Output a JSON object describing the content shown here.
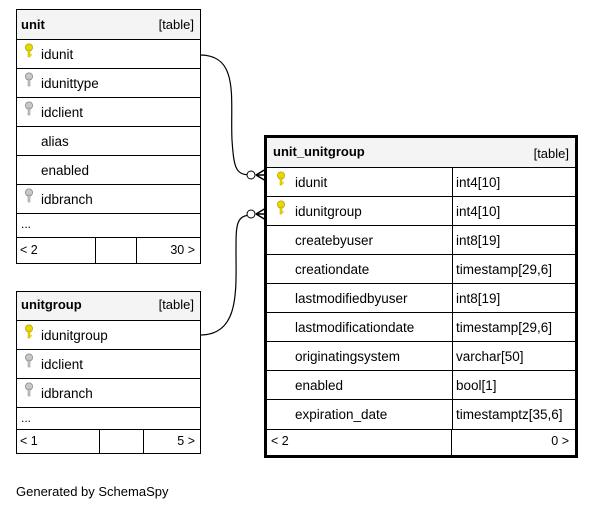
{
  "tables": {
    "unit": {
      "name": "unit",
      "kind": "[table]",
      "columns": [
        {
          "name": "idunit",
          "key": "primary-key-icon"
        },
        {
          "name": "idunittype",
          "key": "foreign-key-icon"
        },
        {
          "name": "idclient",
          "key": "foreign-key-icon"
        },
        {
          "name": "alias",
          "key": ""
        },
        {
          "name": "enabled",
          "key": ""
        },
        {
          "name": "idbranch",
          "key": "foreign-key-icon"
        }
      ],
      "more": "...",
      "footer_left": "< 2",
      "footer_right": "30 >"
    },
    "unitgroup": {
      "name": "unitgroup",
      "kind": "[table]",
      "columns": [
        {
          "name": "idunitgroup",
          "key": "primary-key-icon"
        },
        {
          "name": "idclient",
          "key": "foreign-key-icon"
        },
        {
          "name": "idbranch",
          "key": "foreign-key-icon"
        }
      ],
      "more": "...",
      "footer_left": "< 1",
      "footer_right": "5 >"
    },
    "unit_unitgroup": {
      "name": "unit_unitgroup",
      "kind": "[table]",
      "columns": [
        {
          "name": "idunit",
          "type": "int4[10]",
          "key": "primary-key-icon"
        },
        {
          "name": "idunitgroup",
          "type": "int4[10]",
          "key": "primary-key-icon"
        },
        {
          "name": "createbyuser",
          "type": "int8[19]",
          "key": ""
        },
        {
          "name": "creationdate",
          "type": "timestamp[29,6]",
          "key": ""
        },
        {
          "name": "lastmodifiedbyuser",
          "type": "int8[19]",
          "key": ""
        },
        {
          "name": "lastmodificationdate",
          "type": "timestamp[29,6]",
          "key": ""
        },
        {
          "name": "originatingsystem",
          "type": "varchar[50]",
          "key": ""
        },
        {
          "name": "enabled",
          "type": "bool[1]",
          "key": ""
        },
        {
          "name": "expiration_date",
          "type": "timestamptz[35,6]",
          "key": ""
        }
      ],
      "footer_left": "< 2",
      "footer_right": "0 >"
    }
  },
  "colors": {
    "primary_key": "#e8d800",
    "foreign_key": "#a8a8a8",
    "header_bg": "#f4f4f4"
  },
  "footer_text": "Generated by SchemaSpy"
}
